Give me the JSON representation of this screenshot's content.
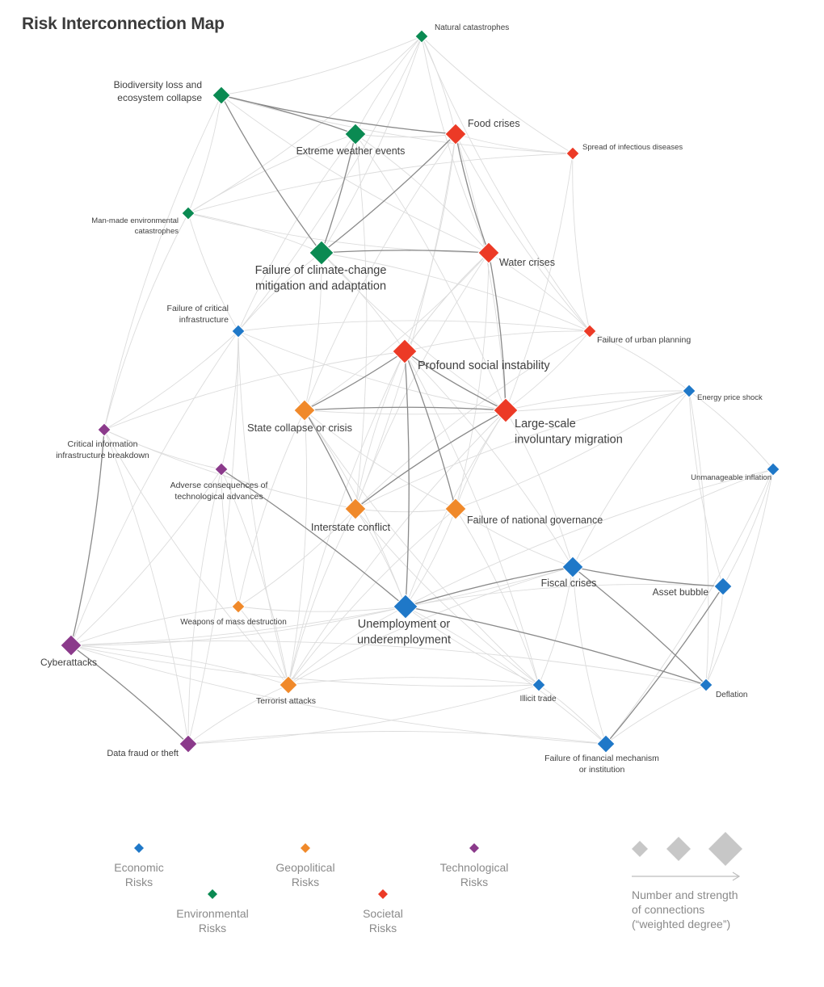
{
  "title": "Risk Interconnection Map",
  "categories": {
    "economic": {
      "color": "#1f78c8",
      "label": [
        "Economic",
        "Risks"
      ]
    },
    "environmental": {
      "color": "#0a8a52",
      "label": [
        "Environmental",
        "Risks"
      ]
    },
    "geopolitical": {
      "color": "#f0892a",
      "label": [
        "Geopolitical",
        "Risks"
      ]
    },
    "societal": {
      "color": "#ec3a26",
      "label": [
        "Societal",
        "Risks"
      ]
    },
    "technological": {
      "color": "#8b3a8b",
      "label": [
        "Technological",
        "Risks"
      ]
    }
  },
  "nodes": [
    {
      "id": "natural-catastrophes",
      "label": [
        "Natural catastrophes"
      ],
      "category": "environmental",
      "weight": 1
    },
    {
      "id": "biodiversity-loss",
      "label": [
        "Biodiversity loss and",
        "ecosystem collapse"
      ],
      "category": "environmental",
      "weight": 2
    },
    {
      "id": "extreme-weather",
      "label": [
        "Extreme weather events"
      ],
      "category": "environmental",
      "weight": 3
    },
    {
      "id": "food-crises",
      "label": [
        "Food crises"
      ],
      "category": "societal",
      "weight": 3
    },
    {
      "id": "infectious-diseases",
      "label": [
        "Spread of infectious diseases"
      ],
      "category": "societal",
      "weight": 1
    },
    {
      "id": "man-made-catastrophes",
      "label": [
        "Man-made environmental",
        "catastrophes"
      ],
      "category": "environmental",
      "weight": 1
    },
    {
      "id": "climate-change-failure",
      "label": [
        "Failure of climate-change",
        "mitigation and adaptation"
      ],
      "category": "environmental",
      "weight": 4
    },
    {
      "id": "water-crises",
      "label": [
        "Water crises"
      ],
      "category": "societal",
      "weight": 3
    },
    {
      "id": "critical-infrastructure",
      "label": [
        "Failure of critical",
        "infrastructure"
      ],
      "category": "economic",
      "weight": 1
    },
    {
      "id": "urban-planning",
      "label": [
        "Failure of urban planning"
      ],
      "category": "societal",
      "weight": 1
    },
    {
      "id": "social-instability",
      "label": [
        "Profound social instability"
      ],
      "category": "societal",
      "weight": 4
    },
    {
      "id": "energy-price-shock",
      "label": [
        "Energy price shock"
      ],
      "category": "economic",
      "weight": 1
    },
    {
      "id": "state-collapse",
      "label": [
        "State collapse or crisis"
      ],
      "category": "geopolitical",
      "weight": 3
    },
    {
      "id": "involuntary-migration",
      "label": [
        "Large-scale",
        "involuntary migration"
      ],
      "category": "societal",
      "weight": 4
    },
    {
      "id": "info-infrastructure-breakdown",
      "label": [
        "Critical information",
        "infrastructure breakdown"
      ],
      "category": "technological",
      "weight": 1
    },
    {
      "id": "unmanageable-inflation",
      "label": [
        "Unmanageable inflation"
      ],
      "category": "economic",
      "weight": 1
    },
    {
      "id": "adverse-tech",
      "label": [
        "Adverse consequences of",
        "technological advances"
      ],
      "category": "technological",
      "weight": 1
    },
    {
      "id": "interstate-conflict",
      "label": [
        "Interstate conflict"
      ],
      "category": "geopolitical",
      "weight": 3
    },
    {
      "id": "national-governance",
      "label": [
        "Failure of national governance"
      ],
      "category": "geopolitical",
      "weight": 3
    },
    {
      "id": "fiscal-crises",
      "label": [
        "Fiscal crises"
      ],
      "category": "economic",
      "weight": 3
    },
    {
      "id": "asset-bubble",
      "label": [
        "Asset bubble"
      ],
      "category": "economic",
      "weight": 2
    },
    {
      "id": "weapons-mass-destruction",
      "label": [
        "Weapons of mass destruction"
      ],
      "category": "geopolitical",
      "weight": 1
    },
    {
      "id": "unemployment",
      "label": [
        "Unemployment or",
        "underemployment"
      ],
      "category": "economic",
      "weight": 4
    },
    {
      "id": "cyberattacks",
      "label": [
        "Cyberattacks"
      ],
      "category": "technological",
      "weight": 3
    },
    {
      "id": "terrorist-attacks",
      "label": [
        "Terrorist attacks"
      ],
      "category": "geopolitical",
      "weight": 2
    },
    {
      "id": "illicit-trade",
      "label": [
        "Illicit trade"
      ],
      "category": "economic",
      "weight": 1
    },
    {
      "id": "deflation",
      "label": [
        "Deflation"
      ],
      "category": "economic",
      "weight": 1
    },
    {
      "id": "data-fraud",
      "label": [
        "Data fraud or theft"
      ],
      "category": "technological",
      "weight": 2
    },
    {
      "id": "financial-mechanism-failure",
      "label": [
        "Failure of financial mechanism",
        "or institution"
      ],
      "category": "economic",
      "weight": 2
    }
  ],
  "strong_links": [
    [
      "biodiversity-loss",
      "climate-change-failure"
    ],
    [
      "extreme-weather",
      "climate-change-failure"
    ],
    [
      "food-crises",
      "climate-change-failure"
    ],
    [
      "food-crises",
      "water-crises"
    ],
    [
      "climate-change-failure",
      "water-crises"
    ],
    [
      "biodiversity-loss",
      "extreme-weather"
    ],
    [
      "biodiversity-loss",
      "food-crises"
    ],
    [
      "social-instability",
      "state-collapse"
    ],
    [
      "social-instability",
      "unemployment"
    ],
    [
      "social-instability",
      "involuntary-migration"
    ],
    [
      "state-collapse",
      "involuntary-migration"
    ],
    [
      "state-collapse",
      "interstate-conflict"
    ],
    [
      "involuntary-migration",
      "interstate-conflict"
    ],
    [
      "social-instability",
      "national-governance"
    ],
    [
      "unemployment",
      "fiscal-crises"
    ],
    [
      "fiscal-crises",
      "asset-bubble"
    ],
    [
      "asset-bubble",
      "financial-mechanism-failure"
    ],
    [
      "cyberattacks",
      "data-fraud"
    ],
    [
      "cyberattacks",
      "info-infrastructure-breakdown"
    ],
    [
      "unemployment",
      "deflation"
    ],
    [
      "adverse-tech",
      "unemployment"
    ],
    [
      "involuntary-migration",
      "water-crises"
    ],
    [
      "fiscal-crises",
      "deflation"
    ]
  ],
  "weak_links": [
    [
      "natural-catastrophes",
      "climate-change-failure"
    ],
    [
      "natural-catastrophes",
      "extreme-weather"
    ],
    [
      "natural-catastrophes",
      "food-crises"
    ],
    [
      "natural-catastrophes",
      "water-crises"
    ],
    [
      "natural-catastrophes",
      "biodiversity-loss"
    ],
    [
      "natural-catastrophes",
      "infectious-diseases"
    ],
    [
      "natural-catastrophes",
      "man-made-catastrophes"
    ],
    [
      "natural-catastrophes",
      "urban-planning"
    ],
    [
      "natural-catastrophes",
      "critical-infrastructure"
    ],
    [
      "extreme-weather",
      "food-crises"
    ],
    [
      "extreme-weather",
      "water-crises"
    ],
    [
      "extreme-weather",
      "man-made-catastrophes"
    ],
    [
      "food-crises",
      "social-instability"
    ],
    [
      "food-crises",
      "infectious-diseases"
    ],
    [
      "food-crises",
      "involuntary-migration"
    ],
    [
      "water-crises",
      "social-instability"
    ],
    [
      "water-crises",
      "urban-planning"
    ],
    [
      "water-crises",
      "interstate-conflict"
    ],
    [
      "water-crises",
      "state-collapse"
    ],
    [
      "infectious-diseases",
      "urban-planning"
    ],
    [
      "infectious-diseases",
      "involuntary-migration"
    ],
    [
      "infectious-diseases",
      "man-made-catastrophes"
    ],
    [
      "infectious-diseases",
      "biodiversity-loss"
    ],
    [
      "man-made-catastrophes",
      "critical-infrastructure"
    ],
    [
      "man-made-catastrophes",
      "climate-change-failure"
    ],
    [
      "man-made-catastrophes",
      "water-crises"
    ],
    [
      "critical-infrastructure",
      "urban-planning"
    ],
    [
      "critical-infrastructure",
      "cyberattacks"
    ],
    [
      "critical-infrastructure",
      "info-infrastructure-breakdown"
    ],
    [
      "critical-infrastructure",
      "terrorist-attacks"
    ],
    [
      "critical-infrastructure",
      "state-collapse"
    ],
    [
      "critical-infrastructure",
      "involuntary-migration"
    ],
    [
      "critical-infrastructure",
      "data-fraud"
    ],
    [
      "urban-planning",
      "social-instability"
    ],
    [
      "urban-planning",
      "involuntary-migration"
    ],
    [
      "urban-planning",
      "interstate-conflict"
    ],
    [
      "urban-planning",
      "energy-price-shock"
    ],
    [
      "social-instability",
      "interstate-conflict"
    ],
    [
      "social-instability",
      "fiscal-crises"
    ],
    [
      "social-instability",
      "terrorist-attacks"
    ],
    [
      "social-instability",
      "water-crises"
    ],
    [
      "energy-price-shock",
      "fiscal-crises"
    ],
    [
      "energy-price-shock",
      "unmanageable-inflation"
    ],
    [
      "energy-price-shock",
      "asset-bubble"
    ],
    [
      "energy-price-shock",
      "deflation"
    ],
    [
      "energy-price-shock",
      "involuntary-migration"
    ],
    [
      "energy-price-shock",
      "state-collapse"
    ],
    [
      "energy-price-shock",
      "interstate-conflict"
    ],
    [
      "unmanageable-inflation",
      "asset-bubble"
    ],
    [
      "unmanageable-inflation",
      "fiscal-crises"
    ],
    [
      "unmanageable-inflation",
      "deflation"
    ],
    [
      "unmanageable-inflation",
      "unemployment"
    ],
    [
      "unmanageable-inflation",
      "financial-mechanism-failure"
    ],
    [
      "state-collapse",
      "national-governance"
    ],
    [
      "state-collapse",
      "terrorist-attacks"
    ],
    [
      "state-collapse",
      "weapons-mass-destruction"
    ],
    [
      "state-collapse",
      "food-crises"
    ],
    [
      "interstate-conflict",
      "national-governance"
    ],
    [
      "interstate-conflict",
      "weapons-mass-destruction"
    ],
    [
      "interstate-conflict",
      "terrorist-attacks"
    ],
    [
      "interstate-conflict",
      "unemployment"
    ],
    [
      "interstate-conflict",
      "illicit-trade"
    ],
    [
      "national-governance",
      "illicit-trade"
    ],
    [
      "national-governance",
      "fiscal-crises"
    ],
    [
      "national-governance",
      "unemployment"
    ],
    [
      "national-governance",
      "terrorist-attacks"
    ],
    [
      "national-governance",
      "involuntary-migration"
    ],
    [
      "fiscal-crises",
      "financial-mechanism-failure"
    ],
    [
      "fiscal-crises",
      "illicit-trade"
    ],
    [
      "fiscal-crises",
      "terrorist-attacks"
    ],
    [
      "fiscal-crises",
      "cyberattacks"
    ],
    [
      "asset-bubble",
      "unemployment"
    ],
    [
      "asset-bubble",
      "deflation"
    ],
    [
      "unemployment",
      "illicit-trade"
    ],
    [
      "unemployment",
      "financial-mechanism-failure"
    ],
    [
      "unemployment",
      "terrorist-attacks"
    ],
    [
      "unemployment",
      "cyberattacks"
    ],
    [
      "info-infrastructure-breakdown",
      "adverse-tech"
    ],
    [
      "info-infrastructure-breakdown",
      "data-fraud"
    ],
    [
      "info-infrastructure-breakdown",
      "terrorist-attacks"
    ],
    [
      "info-infrastructure-breakdown",
      "social-instability"
    ],
    [
      "adverse-tech",
      "data-fraud"
    ],
    [
      "adverse-tech",
      "cyberattacks"
    ],
    [
      "adverse-tech",
      "weapons-mass-destruction"
    ],
    [
      "adverse-tech",
      "terrorist-attacks"
    ],
    [
      "adverse-tech",
      "critical-infrastructure"
    ],
    [
      "weapons-mass-destruction",
      "terrorist-attacks"
    ],
    [
      "weapons-mass-destruction",
      "cyberattacks"
    ],
    [
      "cyberattacks",
      "terrorist-attacks"
    ],
    [
      "cyberattacks",
      "illicit-trade"
    ],
    [
      "cyberattacks",
      "deflation"
    ],
    [
      "cyberattacks",
      "financial-mechanism-failure"
    ],
    [
      "terrorist-attacks",
      "illicit-trade"
    ],
    [
      "terrorist-attacks",
      "data-fraud"
    ],
    [
      "data-fraud",
      "financial-mechanism-failure"
    ],
    [
      "data-fraud",
      "illicit-trade"
    ],
    [
      "illicit-trade",
      "financial-mechanism-failure"
    ],
    [
      "deflation",
      "financial-mechanism-failure"
    ],
    [
      "climate-change-failure",
      "social-instability"
    ],
    [
      "climate-change-failure",
      "involuntary-migration"
    ],
    [
      "climate-change-failure",
      "state-collapse"
    ],
    [
      "climate-change-failure",
      "critical-infrastructure"
    ],
    [
      "climate-change-failure",
      "urban-planning"
    ],
    [
      "biodiversity-loss",
      "water-crises"
    ],
    [
      "biodiversity-loss",
      "man-made-catastrophes"
    ],
    [
      "biodiversity-loss",
      "info-infrastructure-breakdown"
    ],
    [
      "extreme-weather",
      "involuntary-migration"
    ],
    [
      "extreme-weather",
      "critical-infrastructure"
    ],
    [
      "extreme-weather",
      "interstate-conflict"
    ],
    [
      "food-crises",
      "urban-planning"
    ],
    [
      "water-crises",
      "national-governance"
    ],
    [
      "involuntary-migration",
      "unemployment"
    ],
    [
      "involuntary-migration",
      "fiscal-crises"
    ],
    [
      "involuntary-migration",
      "terrorist-attacks"
    ],
    [
      "state-collapse",
      "unemployment"
    ],
    [
      "state-collapse",
      "illicit-trade"
    ],
    [
      "social-instability",
      "illicit-trade"
    ],
    [
      "interstate-conflict",
      "food-crises"
    ],
    [
      "interstate-conflict",
      "info-infrastructure-breakdown"
    ],
    [
      "national-governance",
      "energy-price-shock"
    ],
    [
      "unemployment",
      "weapons-mass-destruction"
    ],
    [
      "man-made-catastrophes",
      "info-infrastructure-breakdown"
    ]
  ],
  "legend": {
    "size_caption": [
      "Number and strength",
      "of connections",
      "(“weighted degree”)"
    ]
  }
}
